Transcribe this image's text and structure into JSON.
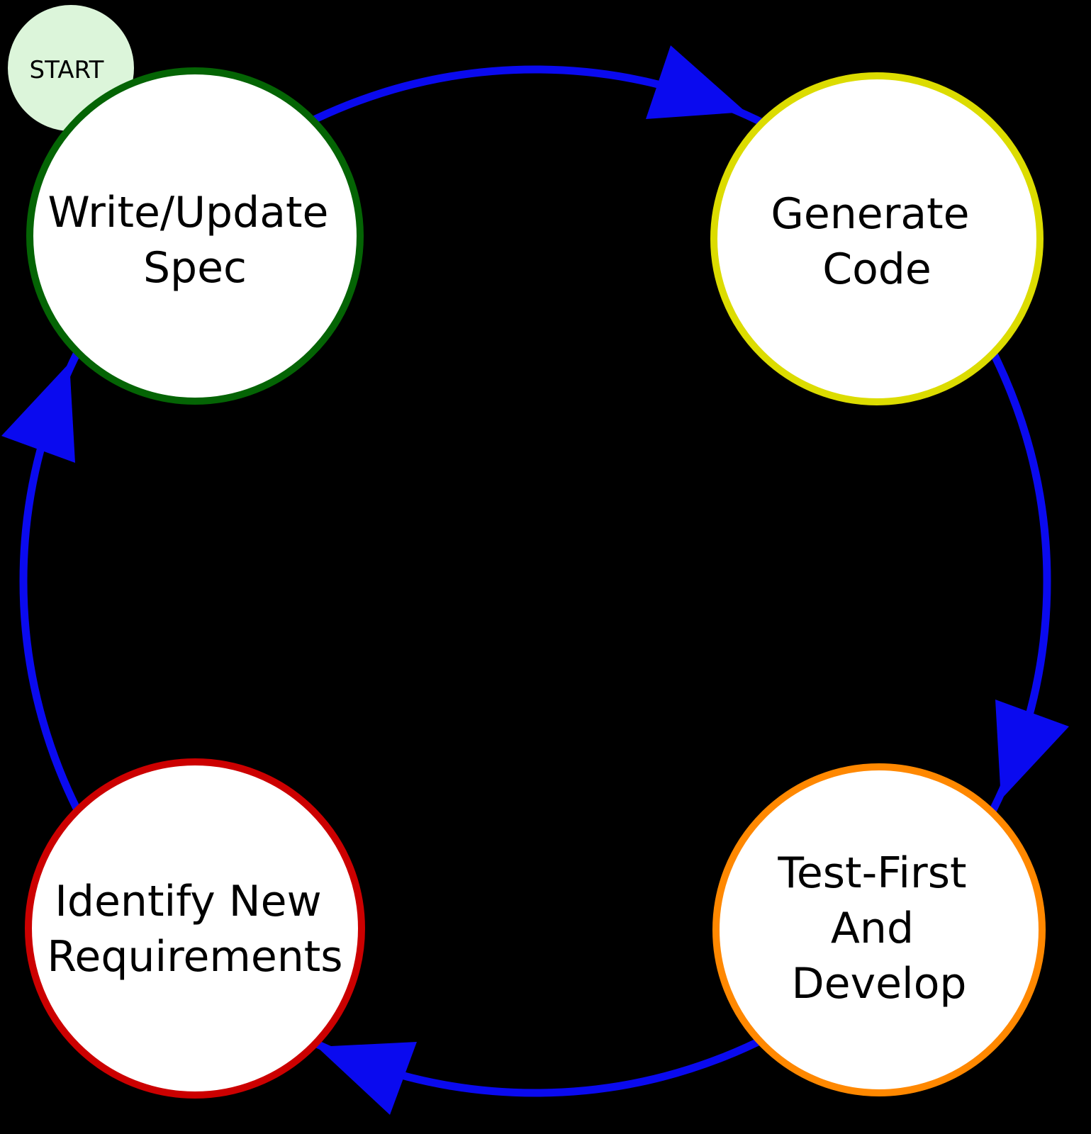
{
  "colors": {
    "background": "#000000",
    "arrow": "#0a0aef",
    "start_fill": "#dcf5da",
    "spec_border": "#046404",
    "generate_border": "#dcdc00",
    "test_border": "#ff8800",
    "identify_border": "#cc0000"
  },
  "start": {
    "label": "START"
  },
  "nodes": {
    "write_update_spec": {
      "line1": "Write/Update",
      "line2": "Spec"
    },
    "generate_code": {
      "line1": "Generate",
      "line2": "Code"
    },
    "test_first_and_develop": {
      "line1": "Test-First",
      "line2": "And",
      "line3": "Develop"
    },
    "identify_new_requirements": {
      "line1": "Identify New",
      "line2": "Requirements"
    }
  }
}
